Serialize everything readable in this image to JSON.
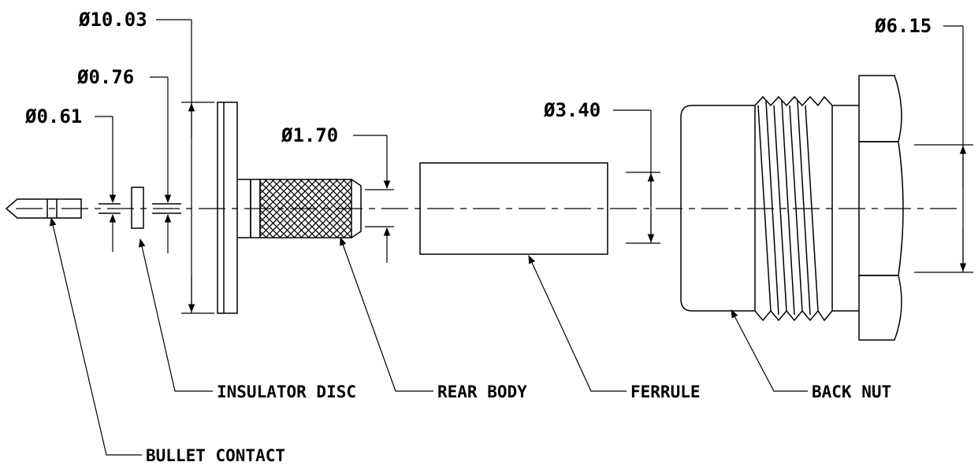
{
  "dimensions": {
    "d1003": "Ø10.03",
    "d076": "Ø0.76",
    "d061": "Ø0.61",
    "d170": "Ø1.70",
    "d340": "Ø3.40",
    "d615": "Ø6.15"
  },
  "parts": {
    "insulator_disc": "INSULATOR DISC",
    "rear_body": "REAR BODY",
    "ferrule": "FERRULE",
    "back_nut": "BACK NUT",
    "bullet_contact": "BULLET CONTACT"
  }
}
